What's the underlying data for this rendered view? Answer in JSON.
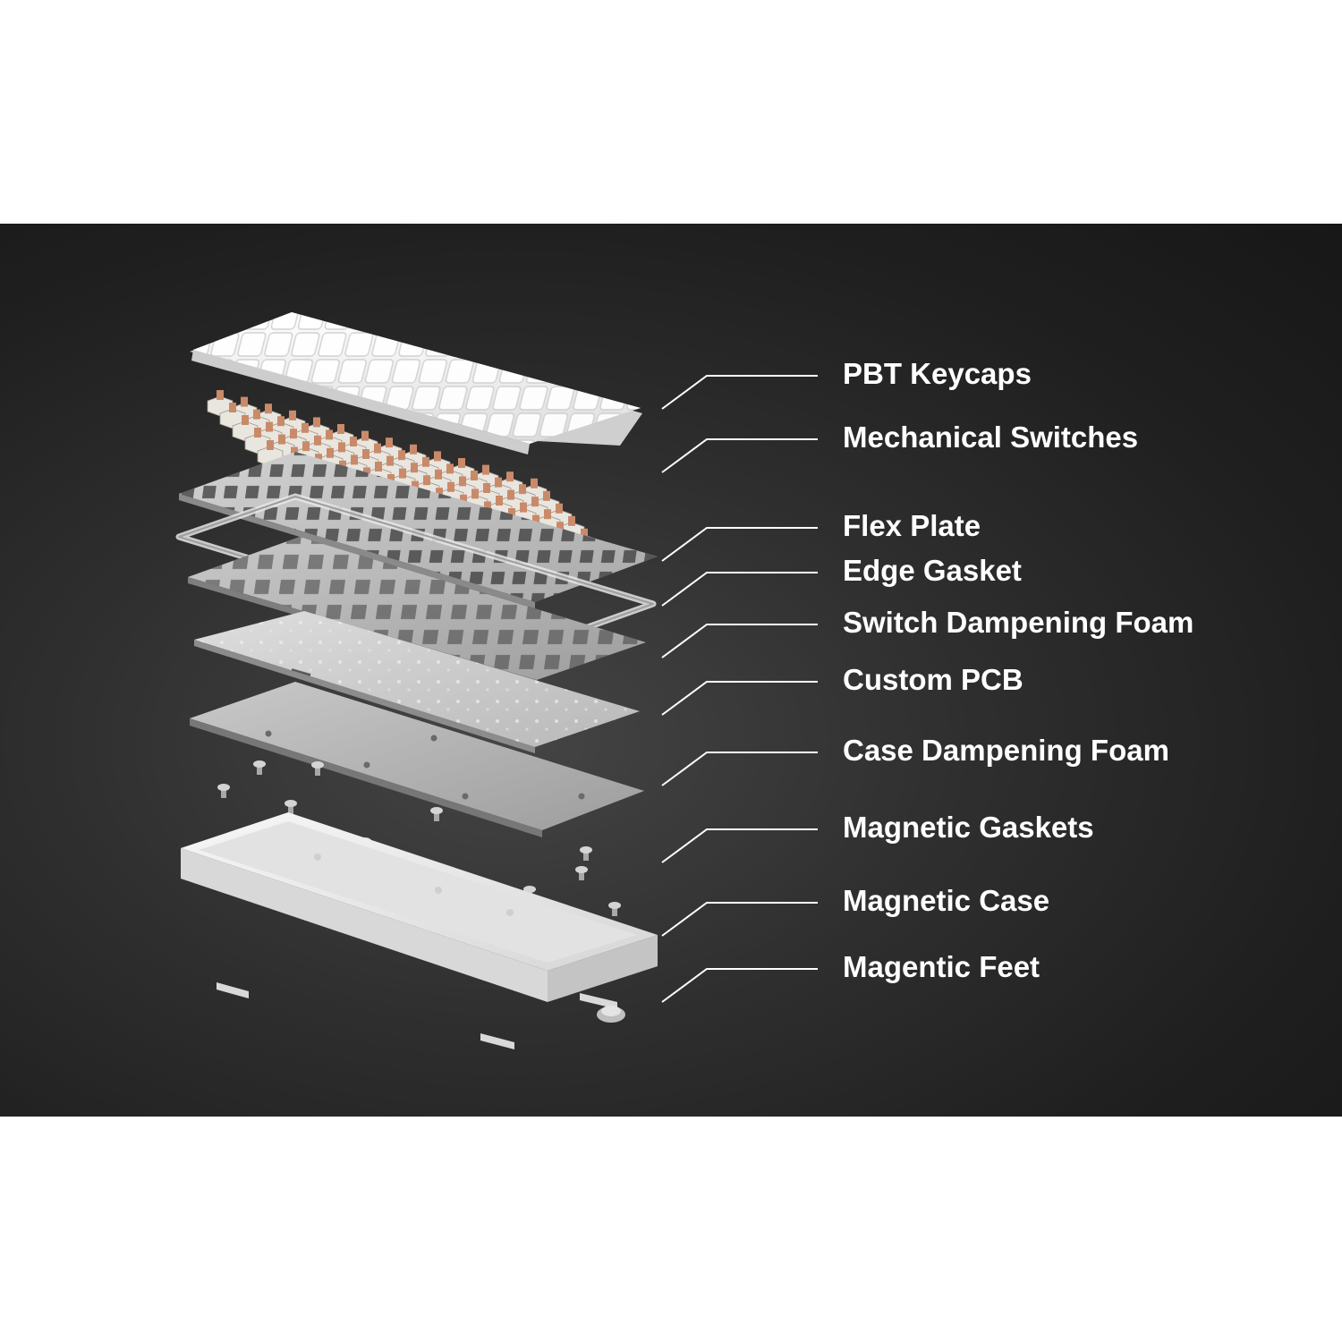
{
  "colors": {
    "background": "#ffffff",
    "panel": "#232323",
    "label_text": "#ffffff",
    "leader_line": "#ffffff",
    "keycap": "#f4f4f4",
    "switch_housing": "#e9e6df",
    "switch_stem": "#c98a6a",
    "plate": "#bdbdbd",
    "pcb": "#cfcfcf",
    "case": "#f2f2f2"
  },
  "layers": [
    {
      "id": "keycaps",
      "label": "PBT Keycaps",
      "icon": "keycap-icon"
    },
    {
      "id": "switches",
      "label": "Mechanical Switches",
      "icon": "switch-icon"
    },
    {
      "id": "plate",
      "label": "Flex Plate",
      "icon": "plate-icon"
    },
    {
      "id": "gasket",
      "label": "Edge Gasket",
      "icon": "gasket-icon"
    },
    {
      "id": "switch-foam",
      "label": "Switch Dampening Foam",
      "icon": "foam-icon"
    },
    {
      "id": "pcb",
      "label": "Custom PCB",
      "icon": "pcb-icon"
    },
    {
      "id": "case-foam",
      "label": "Case Dampening Foam",
      "icon": "foam-icon"
    },
    {
      "id": "mag-gaskets",
      "label": "Magnetic Gaskets",
      "icon": "magnet-icon"
    },
    {
      "id": "case",
      "label": "Magnetic Case",
      "icon": "case-icon"
    },
    {
      "id": "feet",
      "label": "Magentic Feet",
      "icon": "foot-icon"
    }
  ]
}
